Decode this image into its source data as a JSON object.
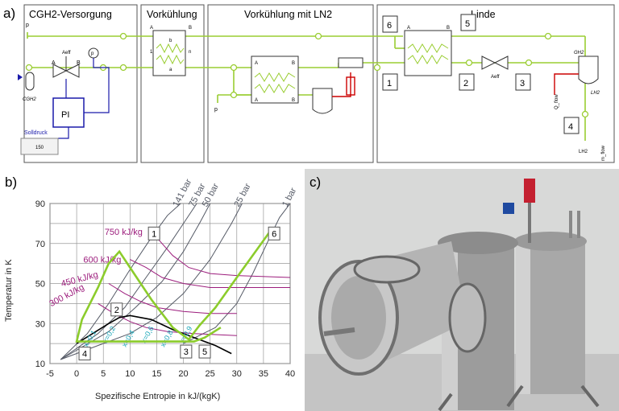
{
  "panel_labels": {
    "a": "a)",
    "b": "b)",
    "c": "c)"
  },
  "sections": {
    "s1": "CGH2-Versorgung",
    "s2": "Vorkühlung",
    "s3": "Vorkühlung mit LN2",
    "s4": "Linde"
  },
  "schematic": {
    "p_top": "p",
    "p_mid": "p",
    "valve_label": "Aeff",
    "valve_a": "A",
    "valve_b": "B",
    "tank_label": "CGH2",
    "controller": "PI",
    "setpoint_label": "Solldruck",
    "setpoint_value": "150",
    "hx_labels": {
      "A": "A",
      "B": "B",
      "one": "1",
      "n": "n",
      "a": "a",
      "b": "b"
    },
    "linde_valve": "Aeff",
    "sep_top": "GH2",
    "sep_bottom": "LH2",
    "q_flow": "Q_flow",
    "m_flow": "m_flow",
    "lh2_out": "LH2",
    "state_boxes": [
      "6",
      "5",
      "1",
      "2",
      "3",
      "4"
    ],
    "colors": {
      "pipe": "#9acd32",
      "signal": "#1a1aaa",
      "heat": "#cc0000"
    }
  },
  "chart_data": {
    "type": "line",
    "title": "",
    "xlabel": "Spezifische Entropie in kJ/(kgK)",
    "ylabel": "Temperatur in K",
    "xlim": [
      -5,
      40
    ],
    "ylim": [
      10,
      90
    ],
    "xticks": [
      "-5",
      "0",
      "5",
      "10",
      "15",
      "20",
      "25",
      "30",
      "35",
      "40"
    ],
    "yticks": [
      "10",
      "30",
      "50",
      "70",
      "90"
    ],
    "grid": true,
    "isobars": [
      {
        "label": "141 bar",
        "x": [
          -3,
          2,
          6,
          10,
          14,
          17,
          19.5
        ],
        "y": [
          12,
          25,
          40,
          57,
          73,
          84,
          92
        ]
      },
      {
        "label": "75 bar",
        "x": [
          -3,
          4,
          9,
          13,
          17,
          20,
          22.5
        ],
        "y": [
          12,
          25,
          38,
          53,
          68,
          80,
          91
        ]
      },
      {
        "label": "50 bar",
        "x": [
          -3,
          6,
          11,
          16,
          20,
          23,
          25
        ],
        "y": [
          12,
          26,
          38,
          51,
          66,
          80,
          90
        ]
      },
      {
        "label": "25 bar",
        "x": [
          -3,
          10,
          15,
          20,
          25,
          29,
          31
        ],
        "y": [
          12,
          25,
          33,
          45,
          62,
          80,
          91
        ]
      },
      {
        "label": "1 bar",
        "x": [
          20,
          26,
          30,
          33,
          36,
          38,
          40
        ],
        "y": [
          20,
          28,
          40,
          55,
          72,
          83,
          92
        ]
      }
    ],
    "isenthalps": [
      {
        "label": "750 kJ/kg",
        "x": [
          14,
          16,
          18,
          21,
          25,
          30,
          40
        ],
        "y": [
          76,
          70,
          64,
          58,
          55,
          54,
          53
        ]
      },
      {
        "label": "600 kJ/kg",
        "x": [
          10,
          13,
          16,
          20,
          25,
          30,
          40
        ],
        "y": [
          62,
          58,
          53,
          50,
          48,
          48,
          48
        ]
      },
      {
        "label": "450 kJ/kg",
        "x": [
          6,
          9,
          12,
          15,
          20,
          25,
          30
        ],
        "y": [
          50,
          45,
          41,
          38,
          36,
          35,
          35
        ]
      },
      {
        "label": "300 kJ/kg",
        "x": [
          4,
          7,
          10,
          13,
          17,
          22,
          30
        ],
        "y": [
          40,
          35,
          31,
          28,
          26,
          25,
          24
        ]
      }
    ],
    "saturation": {
      "x": [
        0,
        3,
        6,
        8,
        10,
        14,
        18,
        22,
        26,
        29
      ],
      "y": [
        20,
        25,
        30,
        33,
        34,
        32,
        27,
        23,
        19,
        15
      ]
    },
    "cycle": {
      "name": "",
      "x": [
        36.5,
        30,
        26,
        23,
        21,
        18,
        14,
        10,
        8,
        6,
        4,
        1,
        0,
        6,
        12,
        18,
        21,
        22,
        24,
        27
      ],
      "y": [
        77,
        53,
        38,
        29,
        22,
        28,
        42,
        58,
        66,
        60,
        48,
        32,
        21,
        21,
        21,
        21,
        21,
        21,
        23,
        28
      ],
      "color": "#8ccc2c"
    },
    "quality_labels": [
      "x=0,1",
      "x=0,2",
      "x=0,4",
      "x=0,6",
      "x=0,8",
      "x=0,9"
    ],
    "state_points": [
      {
        "label": "1",
        "x": 14.5,
        "y": 75
      },
      {
        "label": "2",
        "x": 7.5,
        "y": 37
      },
      {
        "label": "3",
        "x": 20.5,
        "y": 16
      },
      {
        "label": "4",
        "x": 1.5,
        "y": 15
      },
      {
        "label": "5",
        "x": 24,
        "y": 16
      },
      {
        "label": "6",
        "x": 37,
        "y": 75
      }
    ],
    "colors": {
      "isobar": "#555a66",
      "isenthalp": "#9c1c7c",
      "quality": "#18a6b8",
      "saturation": "#000000",
      "cycle": "#8ccc2c"
    }
  },
  "photo": {
    "description_hidden": ""
  }
}
